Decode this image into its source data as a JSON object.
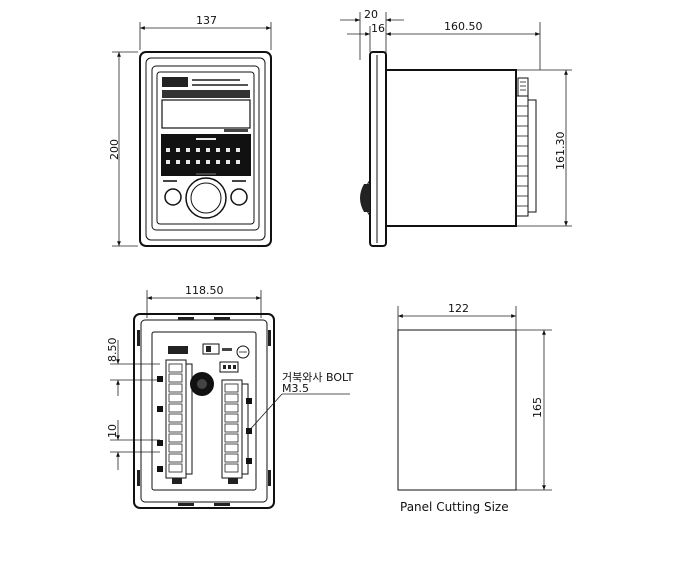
{
  "front_view": {
    "width_dim": "137",
    "height_dim": "200"
  },
  "side_view": {
    "flange_dim": "20",
    "bezel_dim": "16",
    "depth_dim": "160.50",
    "height_dim": "161.30"
  },
  "rear_view": {
    "width_dim": "118.50",
    "top_offset_dim": "8.50",
    "pitch_dim": "10",
    "bolt_label_line1": "거북와사 BOLT",
    "bolt_label_line2": "M3.5"
  },
  "panel_cutout": {
    "width_dim": "122",
    "height_dim": "165",
    "caption": "Panel Cutting Size"
  }
}
